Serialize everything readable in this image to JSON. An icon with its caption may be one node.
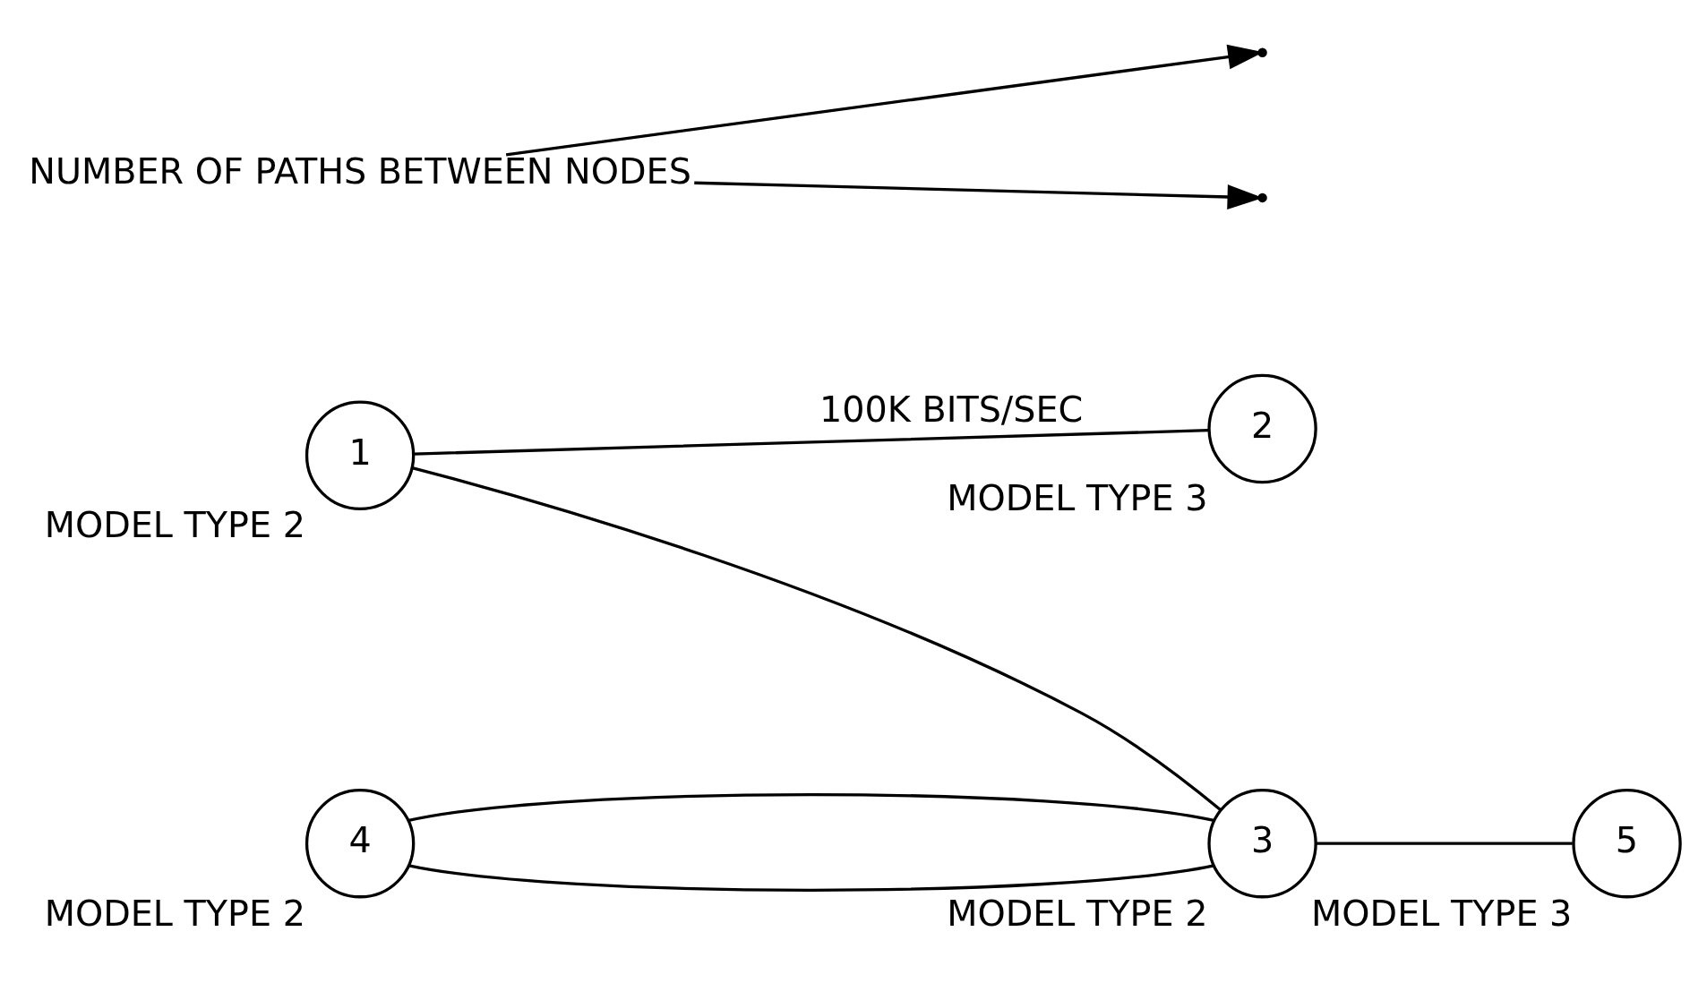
{
  "diagram": {
    "nodes": [
      {
        "text": [
          "1"
        ],
        "beside": [
          "MODEL TYPE 2"
        ]
      },
      {
        "text": [
          "2"
        ],
        "beside": [
          "MODEL TYPE 3"
        ]
      },
      {
        "text": [
          "3"
        ],
        "beside": [
          "MODEL TYPE 2"
        ]
      },
      {
        "text": [
          "4"
        ],
        "beside": [
          "MODEL TYPE 2"
        ]
      },
      {
        "text": [
          "5"
        ],
        "beside": [
          "MODEL TYPE 3"
        ]
      },
      {
        "text": [
          "NUMBER OF PATHS BETWEEN NODES"
        ]
      }
    ],
    "edges": [
      {
        "from": 0,
        "to": 1,
        "arrow": "none",
        "label": "100K BITS/SEC"
      },
      {
        "from": 0,
        "to": 2,
        "arrow": "none"
      },
      {
        "from": 3,
        "to": 2,
        "arrow": "none"
      },
      {
        "from": 3,
        "to": 2,
        "arrow": "none"
      },
      {
        "from": 2,
        "to": 4,
        "arrow": "none"
      },
      {
        "from": 5,
        "to": null,
        "arrow": "to"
      },
      {
        "from": 5,
        "to": null,
        "arrow": "to"
      }
    ]
  }
}
